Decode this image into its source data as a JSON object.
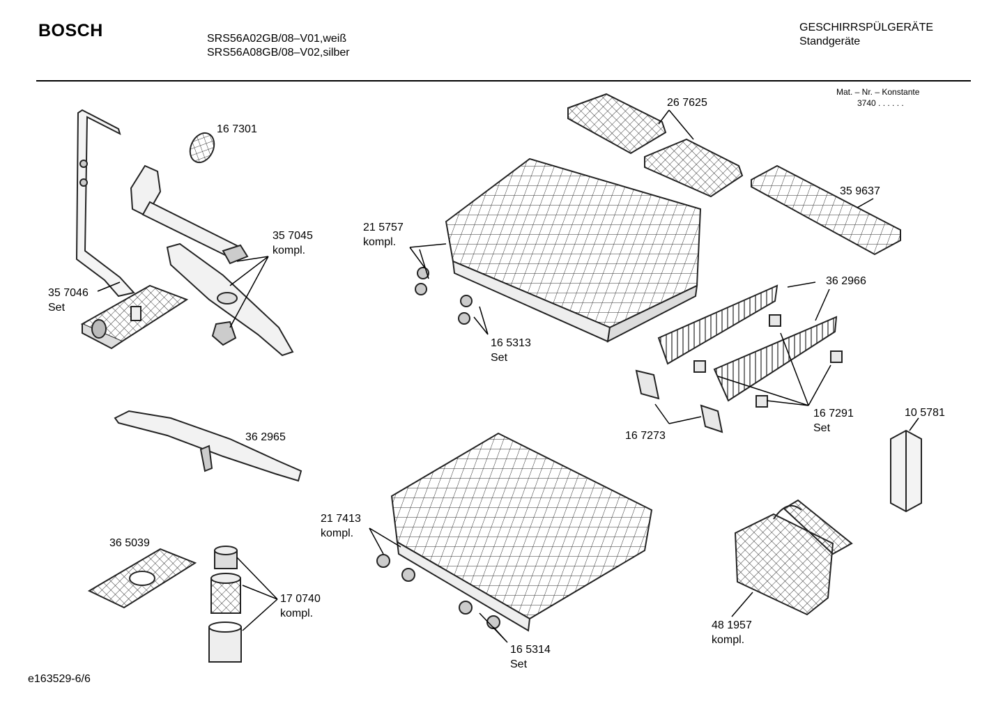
{
  "header": {
    "brand": "BOSCH",
    "model_line_1": "SRS56A02GB/08–V01,weiß",
    "model_line_2": "SRS56A08GB/08–V02,silber",
    "category": "GESCHIRRSPÜLGERÄTE",
    "subcategory": "Standgeräte",
    "mat_label": "Mat. – Nr. – Konstante",
    "mat_value": "3740 . . . . . ."
  },
  "parts": [
    {
      "number": "16 7301"
    },
    {
      "number": "35 7045",
      "note": "kompl."
    },
    {
      "number": "35 7046",
      "note": "Set"
    },
    {
      "number": "26 7625"
    },
    {
      "number": "35 9637"
    },
    {
      "number": "21 5757",
      "note": "kompl."
    },
    {
      "number": "36 2966"
    },
    {
      "number": "16 5313",
      "note": "Set"
    },
    {
      "number": "16 7291",
      "note": "Set"
    },
    {
      "number": "16 7273"
    },
    {
      "number": "10 5781"
    },
    {
      "number": "36 2965"
    },
    {
      "number": "21 7413",
      "note": "kompl."
    },
    {
      "number": "36 5039"
    },
    {
      "number": "17 0740",
      "note": "kompl."
    },
    {
      "number": "48 1957",
      "note": "kompl."
    },
    {
      "number": "16 5314",
      "note": "Set"
    }
  ],
  "footer": {
    "doc_id": "e163529-6/6"
  }
}
